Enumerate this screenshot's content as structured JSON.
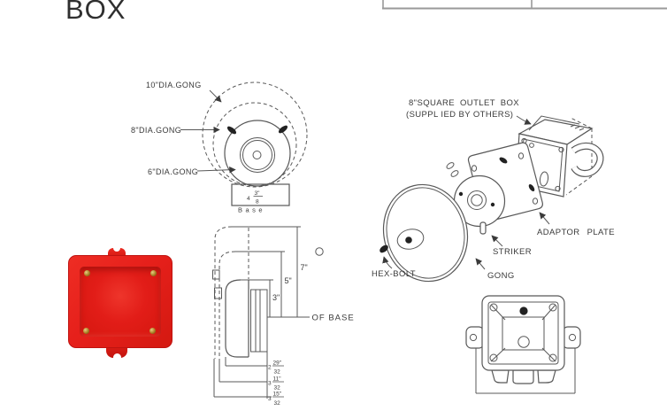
{
  "page": {
    "title": "BOX"
  },
  "colors": {
    "line": "#585858",
    "text": "#3a3a3a",
    "red_box": "#e4211c",
    "screw_gold": "#b8902a",
    "table_border": "#9a9a9a"
  },
  "gong_diagram": {
    "label_10": "10\"DIA.GONG",
    "label_8": "8\"DIA.GONG",
    "label_6": "6\"DIA.GONG",
    "base_dim": {
      "whole": "4",
      "num": "3\"",
      "den": "8"
    },
    "base_label": "Base"
  },
  "side_view": {
    "dim_7": "7\"",
    "dim_5": "5\"",
    "dim_3": "3\"",
    "of_base": "OF BASE",
    "fractions": [
      {
        "whole": "2",
        "num": "29\"",
        "den": "32"
      },
      {
        "whole": "3",
        "num": "11\"",
        "den": "32"
      },
      {
        "whole": "3",
        "num": "15\"",
        "den": "32"
      }
    ]
  },
  "exploded_view": {
    "outlet_box_line1": "8\"SQUARE OUTLET BOX",
    "outlet_box_line2": "(SUPPL IED BY OTHERS)",
    "adaptor_plate": "ADAPTOR PLATE",
    "striker": "STRIKER",
    "gong": "GONG",
    "hex_bolt": "HEX-BOLT"
  }
}
